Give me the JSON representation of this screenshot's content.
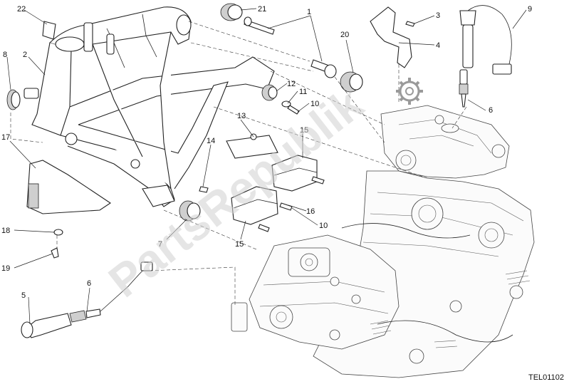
{
  "watermark": "PartsRepublik",
  "drawing_code": "TEL01102",
  "callouts": {
    "c1": "1",
    "c2": "2",
    "c3": "3",
    "c4": "4",
    "c5": "5",
    "c6a": "6",
    "c6b": "6",
    "c7": "7",
    "c8": "8",
    "c9": "9",
    "c10a": "10",
    "c10b": "10",
    "c11": "11",
    "c12": "12",
    "c13": "13",
    "c14": "14",
    "c15a": "15",
    "c15b": "15",
    "c16": "16",
    "c17": "17",
    "c18": "18",
    "c19": "19",
    "c20": "20",
    "c21": "21",
    "c22": "22"
  }
}
